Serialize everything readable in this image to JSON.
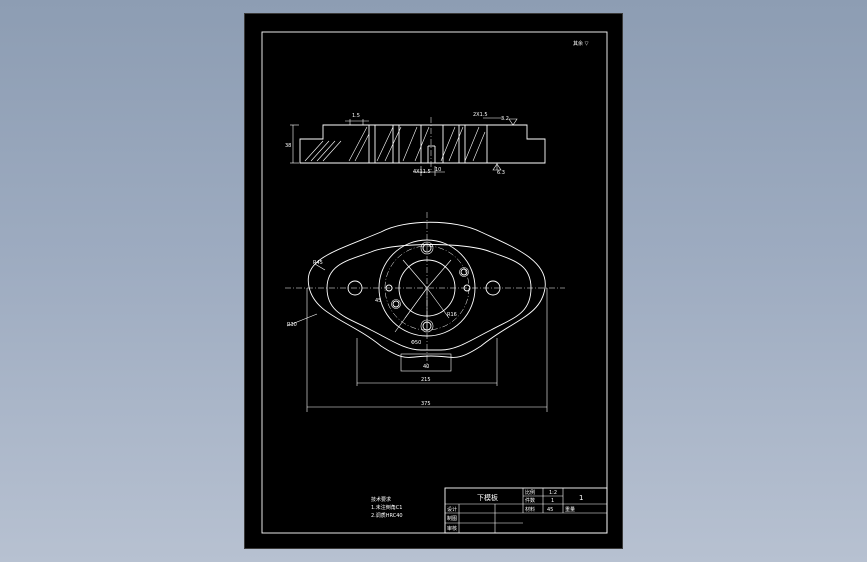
{
  "sheet": {
    "corner_note": "其余 ▽"
  },
  "section_view": {
    "dim_left_height": "38",
    "dim_top_small": "1.5",
    "dim_chamfer": "2X1.5",
    "dim_roughness_top": "3.2",
    "dim_hole": "4X11.5",
    "dim_hole_tail": "10",
    "dim_roughness_bottom": "6.3"
  },
  "plan_view": {
    "dim_r_top": "R45",
    "dim_r_bottom": "R30",
    "dim_angle": "45",
    "dim_radius_small": "R16",
    "dim_phi": "Φ50",
    "dim_slot_width": "40",
    "dim_inner_width": "215",
    "dim_overall_width": "375"
  },
  "notes": {
    "title": "技术要求",
    "line1": "1.未注倒角C1",
    "line2": "2.调质HRC40"
  },
  "title_block": {
    "part_name": "下模板",
    "scale_label": "比例",
    "scale_value": "1:2",
    "qty_label": "件数",
    "qty_value": "1",
    "material_label": "材料",
    "material_value": "45",
    "sheet_no": "1",
    "design_label": "设计",
    "drawing_label": "制图",
    "check_label": "审核",
    "weight_label": "重量"
  }
}
